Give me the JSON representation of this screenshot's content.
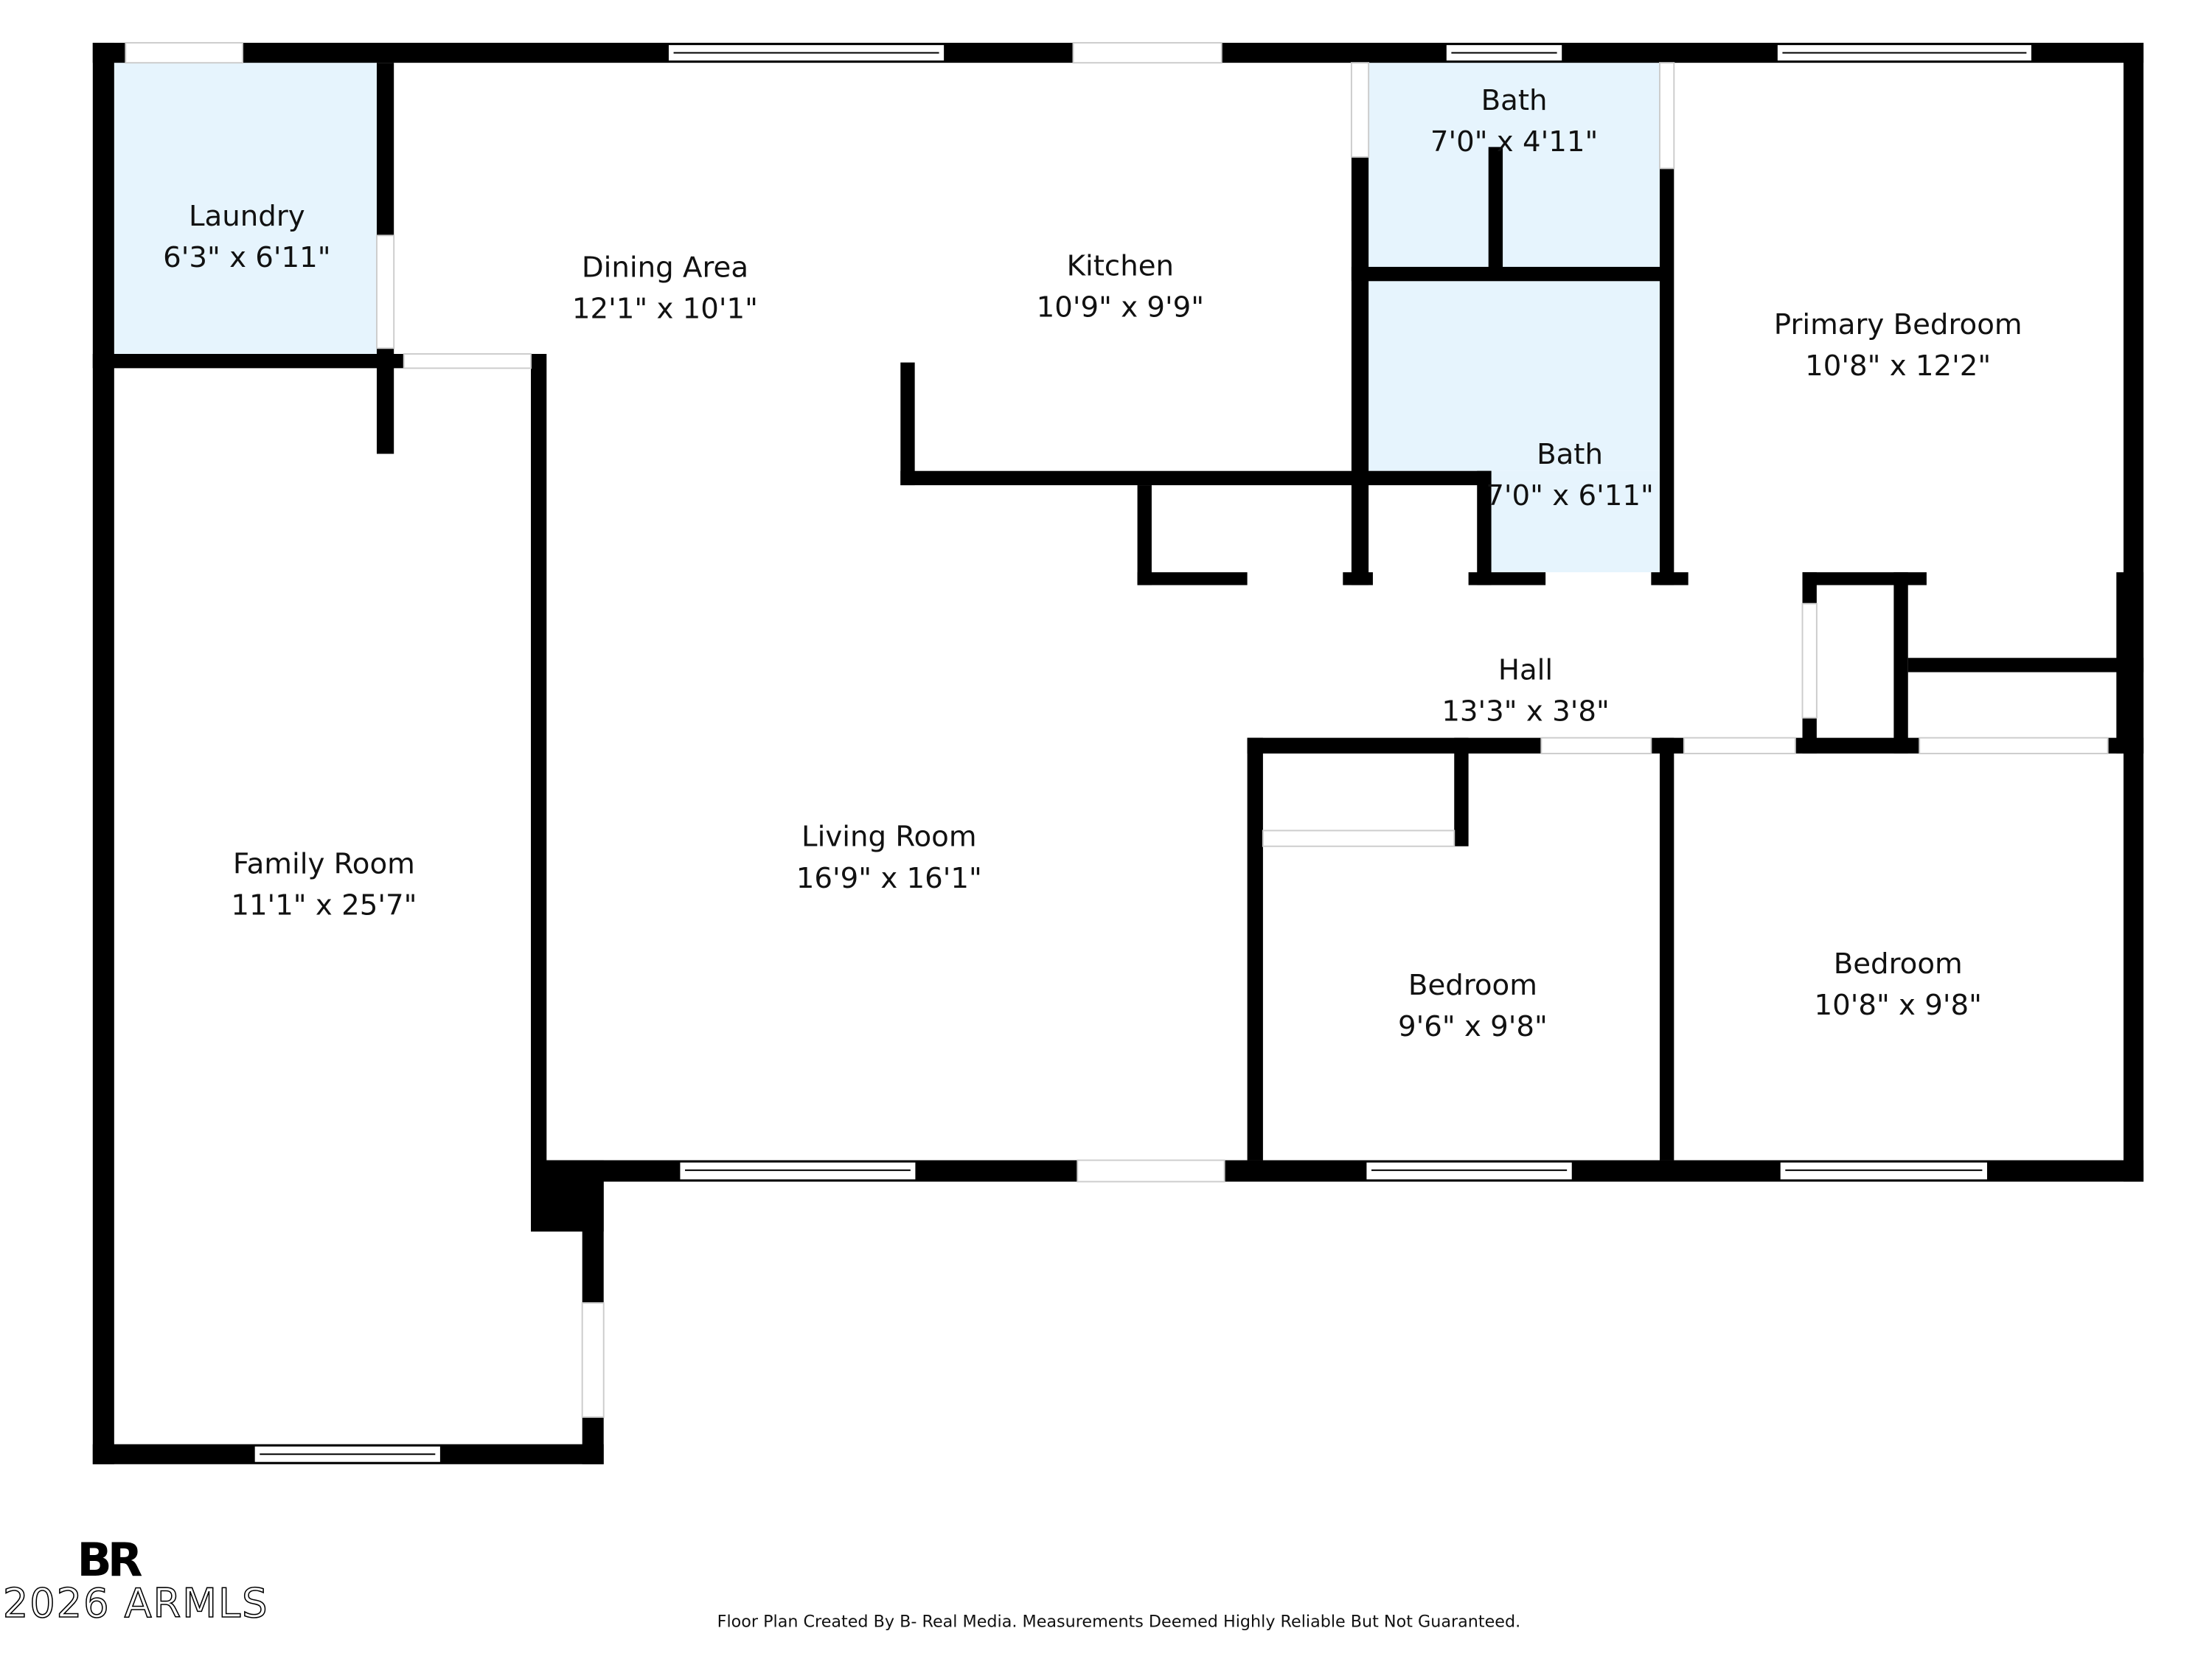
{
  "rooms": [
    {
      "name": "Laundry",
      "dims": "6'3\" x 6'11\""
    },
    {
      "name": "Dining Area",
      "dims": "12'1\" x 10'1\""
    },
    {
      "name": "Kitchen",
      "dims": "10'9\" x 9'9\""
    },
    {
      "name": "Bath",
      "dims": "7'0\" x 4'11\""
    },
    {
      "name": "Bath",
      "dims": "7'0\" x 6'11\""
    },
    {
      "name": "Primary Bedroom",
      "dims": "10'8\" x 12'2\""
    },
    {
      "name": "Hall",
      "dims": "13'3\" x 3'8\""
    },
    {
      "name": "Family Room",
      "dims": "11'1\" x 25'7\""
    },
    {
      "name": "Living Room",
      "dims": "16'9\" x 16'1\""
    },
    {
      "name": "Bedroom",
      "dims": "9'6\" x 9'8\""
    },
    {
      "name": "Bedroom",
      "dims": "10'8\" x 9'8\""
    }
  ],
  "colors": {
    "wall": "#000000",
    "wet_room_fill": "#e6f4fd"
  },
  "logo": "BR",
  "watermark": "2026 ARMLS",
  "footer": "Floor Plan Created By B- Real Media. Measurements Deemed Highly Reliable But Not Guaranteed."
}
